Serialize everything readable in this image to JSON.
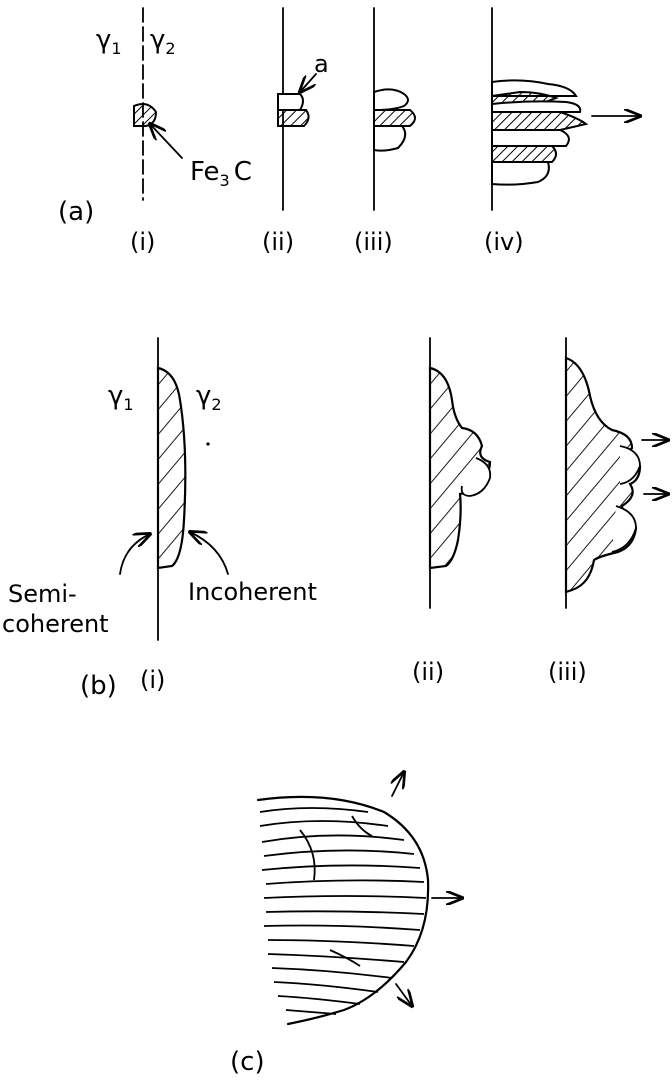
{
  "panel_a": {
    "label": "(a)",
    "gamma1": "γ",
    "gamma1_sub": "1",
    "gamma2": "γ",
    "gamma2_sub": "2",
    "fe3c_a": "Fe",
    "fe3c_sub": "3",
    "fe3c_b": "C",
    "a_label": "a",
    "steps": [
      "(i)",
      "(ii)",
      "(iii)",
      "(iv)"
    ]
  },
  "panel_b": {
    "label": "(b)",
    "gamma1": "γ",
    "gamma1_sub": "1",
    "gamma2": "γ",
    "gamma2_sub": "2",
    "semi_line1": "Semi-",
    "semi_line2": "coherent",
    "incoherent": "Incoherent",
    "steps": [
      "(i)",
      "(ii)",
      "(iii)"
    ]
  },
  "panel_c": {
    "label": "(c)"
  }
}
